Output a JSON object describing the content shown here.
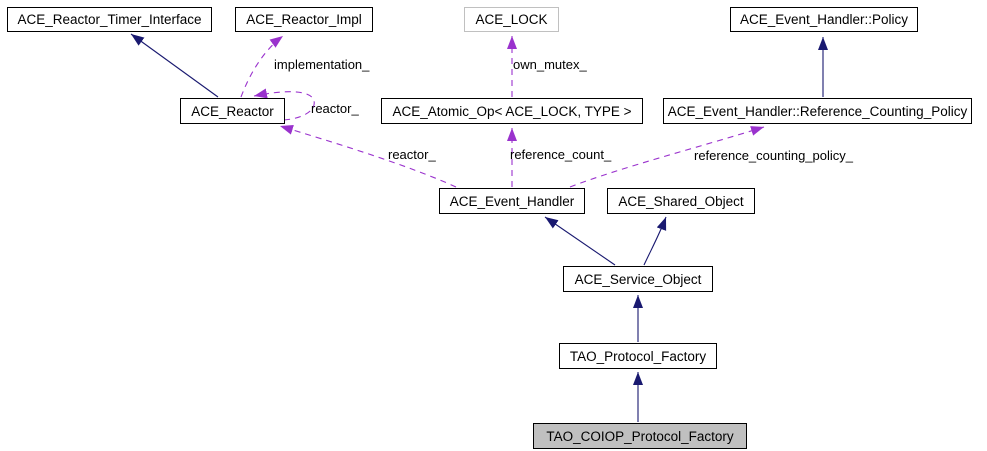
{
  "colors": {
    "background": "#ffffff",
    "inheritance_arrow": "#191970",
    "usage_arrow": "#9a32cd",
    "node_border": "#000000",
    "node_fill": "#ffffff",
    "template_node_border": "#c0c0c0",
    "selected_node_fill": "#c0c0c0",
    "text": "#000000"
  },
  "nodes": [
    {
      "label": "ACE_Reactor_Timer_Interface",
      "style": "default"
    },
    {
      "label": "ACE_Reactor_Impl",
      "style": "default"
    },
    {
      "label": "ACE_LOCK",
      "style": "template"
    },
    {
      "label": "ACE_Event_Handler::Policy",
      "style": "default"
    },
    {
      "label": "ACE_Reactor",
      "style": "default"
    },
    {
      "label": "ACE_Atomic_Op< ACE_LOCK, TYPE >",
      "style": "default"
    },
    {
      "label": "ACE_Event_Handler::Reference_Counting_Policy",
      "style": "default"
    },
    {
      "label": "ACE_Event_Handler",
      "style": "default"
    },
    {
      "label": "ACE_Shared_Object",
      "style": "default"
    },
    {
      "label": "ACE_Service_Object",
      "style": "default"
    },
    {
      "label": "TAO_Protocol_Factory",
      "style": "default"
    },
    {
      "label": "TAO_COIOP_Protocol_Factory",
      "style": "selected"
    }
  ],
  "edges": [
    {
      "type": "inheritance",
      "from": "ACE_Reactor",
      "to": "ACE_Reactor_Timer_Interface"
    },
    {
      "type": "inheritance",
      "from": "ACE_Event_Handler::Reference_Counting_Policy",
      "to": "ACE_Event_Handler::Policy"
    },
    {
      "type": "inheritance",
      "from": "ACE_Service_Object",
      "to": "ACE_Event_Handler"
    },
    {
      "type": "inheritance",
      "from": "ACE_Service_Object",
      "to": "ACE_Shared_Object"
    },
    {
      "type": "inheritance",
      "from": "TAO_Protocol_Factory",
      "to": "ACE_Service_Object"
    },
    {
      "type": "inheritance",
      "from": "TAO_COIOP_Protocol_Factory",
      "to": "TAO_Protocol_Factory"
    },
    {
      "type": "usage",
      "from": "ACE_Reactor",
      "to": "ACE_Reactor_Impl",
      "label": "implementation_"
    },
    {
      "type": "usage",
      "from": "ACE_Reactor",
      "to": "ACE_Reactor",
      "label": "reactor_"
    },
    {
      "type": "usage",
      "from": "ACE_Atomic_Op< ACE_LOCK, TYPE >",
      "to": "ACE_LOCK",
      "label": "own_mutex_"
    },
    {
      "type": "usage",
      "from": "ACE_Event_Handler",
      "to": "ACE_Reactor",
      "label": "reactor_"
    },
    {
      "type": "usage",
      "from": "ACE_Event_Handler",
      "to": "ACE_Atomic_Op< ACE_LOCK, TYPE >",
      "label": "reference_count_"
    },
    {
      "type": "usage",
      "from": "ACE_Event_Handler",
      "to": "ACE_Event_Handler::Reference_Counting_Policy",
      "label": "reference_counting_policy_"
    }
  ]
}
